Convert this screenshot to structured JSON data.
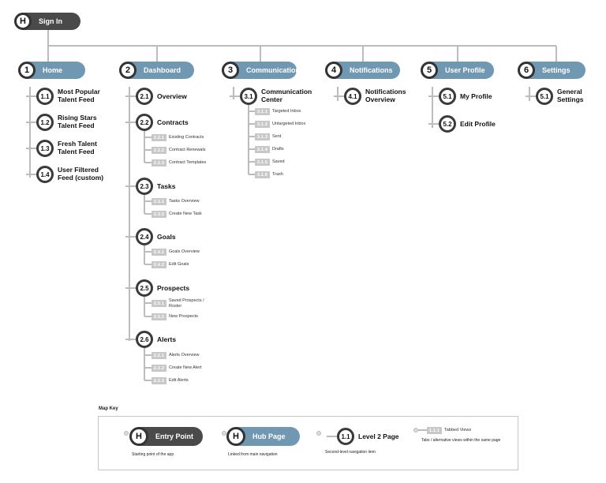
{
  "entry": {
    "badge": "H",
    "label": "Sign In"
  },
  "hubs": [
    {
      "num": "1",
      "label": "Home"
    },
    {
      "num": "2",
      "label": "Dashboard"
    },
    {
      "num": "3",
      "label": "Communication"
    },
    {
      "num": "4",
      "label": "Notifications"
    },
    {
      "num": "5",
      "label": "User Profile"
    },
    {
      "num": "6",
      "label": "Settings"
    }
  ],
  "home_pages": [
    {
      "num": "1.1",
      "lines": [
        "Most Popular",
        "Talent Feed"
      ]
    },
    {
      "num": "1.2",
      "lines": [
        "Rising Stars",
        "Talent Feed"
      ]
    },
    {
      "num": "1.3",
      "lines": [
        "Fresh Talent",
        "Talent Feed"
      ]
    },
    {
      "num": "1.4",
      "lines": [
        "User Filtered",
        "Feed (custom)"
      ]
    }
  ],
  "dashboard_pages": [
    {
      "num": "2.1",
      "lines": [
        "Overview"
      ],
      "tabs": []
    },
    {
      "num": "2.2",
      "lines": [
        "Contracts"
      ],
      "tabs": [
        {
          "num": "2.2.1",
          "lines": [
            "Existing Contracts"
          ]
        },
        {
          "num": "2.2.2",
          "lines": [
            "Contract Renewals"
          ]
        },
        {
          "num": "2.2.3",
          "lines": [
            "Contract Templates"
          ]
        }
      ]
    },
    {
      "num": "2.3",
      "lines": [
        "Tasks"
      ],
      "tabs": [
        {
          "num": "2.3.1",
          "lines": [
            "Tasks Overview"
          ]
        },
        {
          "num": "2.3.2",
          "lines": [
            "Create New Task"
          ]
        }
      ]
    },
    {
      "num": "2.4",
      "lines": [
        "Goals"
      ],
      "tabs": [
        {
          "num": "2.4.1",
          "lines": [
            "Goals Overview"
          ]
        },
        {
          "num": "2.4.2",
          "lines": [
            "Edit Goals"
          ]
        }
      ]
    },
    {
      "num": "2.5",
      "lines": [
        "Prospects"
      ],
      "tabs": [
        {
          "num": "2.5.1",
          "lines": [
            "Saved Prospects /",
            "Roster"
          ]
        },
        {
          "num": "2.5.2",
          "lines": [
            "New Prospects"
          ]
        }
      ]
    },
    {
      "num": "2.6",
      "lines": [
        "Alerts"
      ],
      "tabs": [
        {
          "num": "2.2.1",
          "lines": [
            "Alerts Overview"
          ]
        },
        {
          "num": "2.2.2",
          "lines": [
            "Create New Alert"
          ]
        },
        {
          "num": "2.2.3",
          "lines": [
            "Edit Alerts"
          ]
        }
      ]
    }
  ],
  "communication_page": {
    "num": "3.1",
    "lines": [
      "Communication",
      "Center"
    ]
  },
  "communication_tabs": [
    {
      "num": "3.1.1",
      "label": "Targeted Inbox"
    },
    {
      "num": "3.1.2",
      "label": "Untargeted Inbox"
    },
    {
      "num": "3.1.3",
      "label": "Sent"
    },
    {
      "num": "3.1.4",
      "label": "Drafts"
    },
    {
      "num": "3.1.5",
      "label": "Saved"
    },
    {
      "num": "3.1.6",
      "label": "Trash"
    }
  ],
  "notifications_page": {
    "num": "4.1",
    "lines": [
      "Notifications",
      "Overview"
    ]
  },
  "profile_pages": [
    {
      "num": "5.1",
      "lines": [
        "My Profile"
      ]
    },
    {
      "num": "5.2",
      "lines": [
        "Edit Profile"
      ]
    }
  ],
  "settings_page": {
    "num": "5.1",
    "lines": [
      "General",
      "Settings"
    ]
  },
  "key": {
    "title": "Map Key",
    "entry": {
      "badge": "H",
      "label": "Entry Point",
      "desc": "Starting point of the app"
    },
    "hub": {
      "badge": "H",
      "label": "Hub Page",
      "desc": "Linked from main navigation"
    },
    "level2": {
      "num": "1.1",
      "label": "Level 2 Page",
      "desc": "Second-level navigation item"
    },
    "tabbed": {
      "num": "1.1.1",
      "label": "Tabbed Views",
      "desc": "Tabs / alternative views within the same page"
    }
  },
  "colors": {
    "entry": "#4a4a4a",
    "hub": "#7198b2",
    "line": "#bcbcbc",
    "tag": "#c8c8c8"
  }
}
